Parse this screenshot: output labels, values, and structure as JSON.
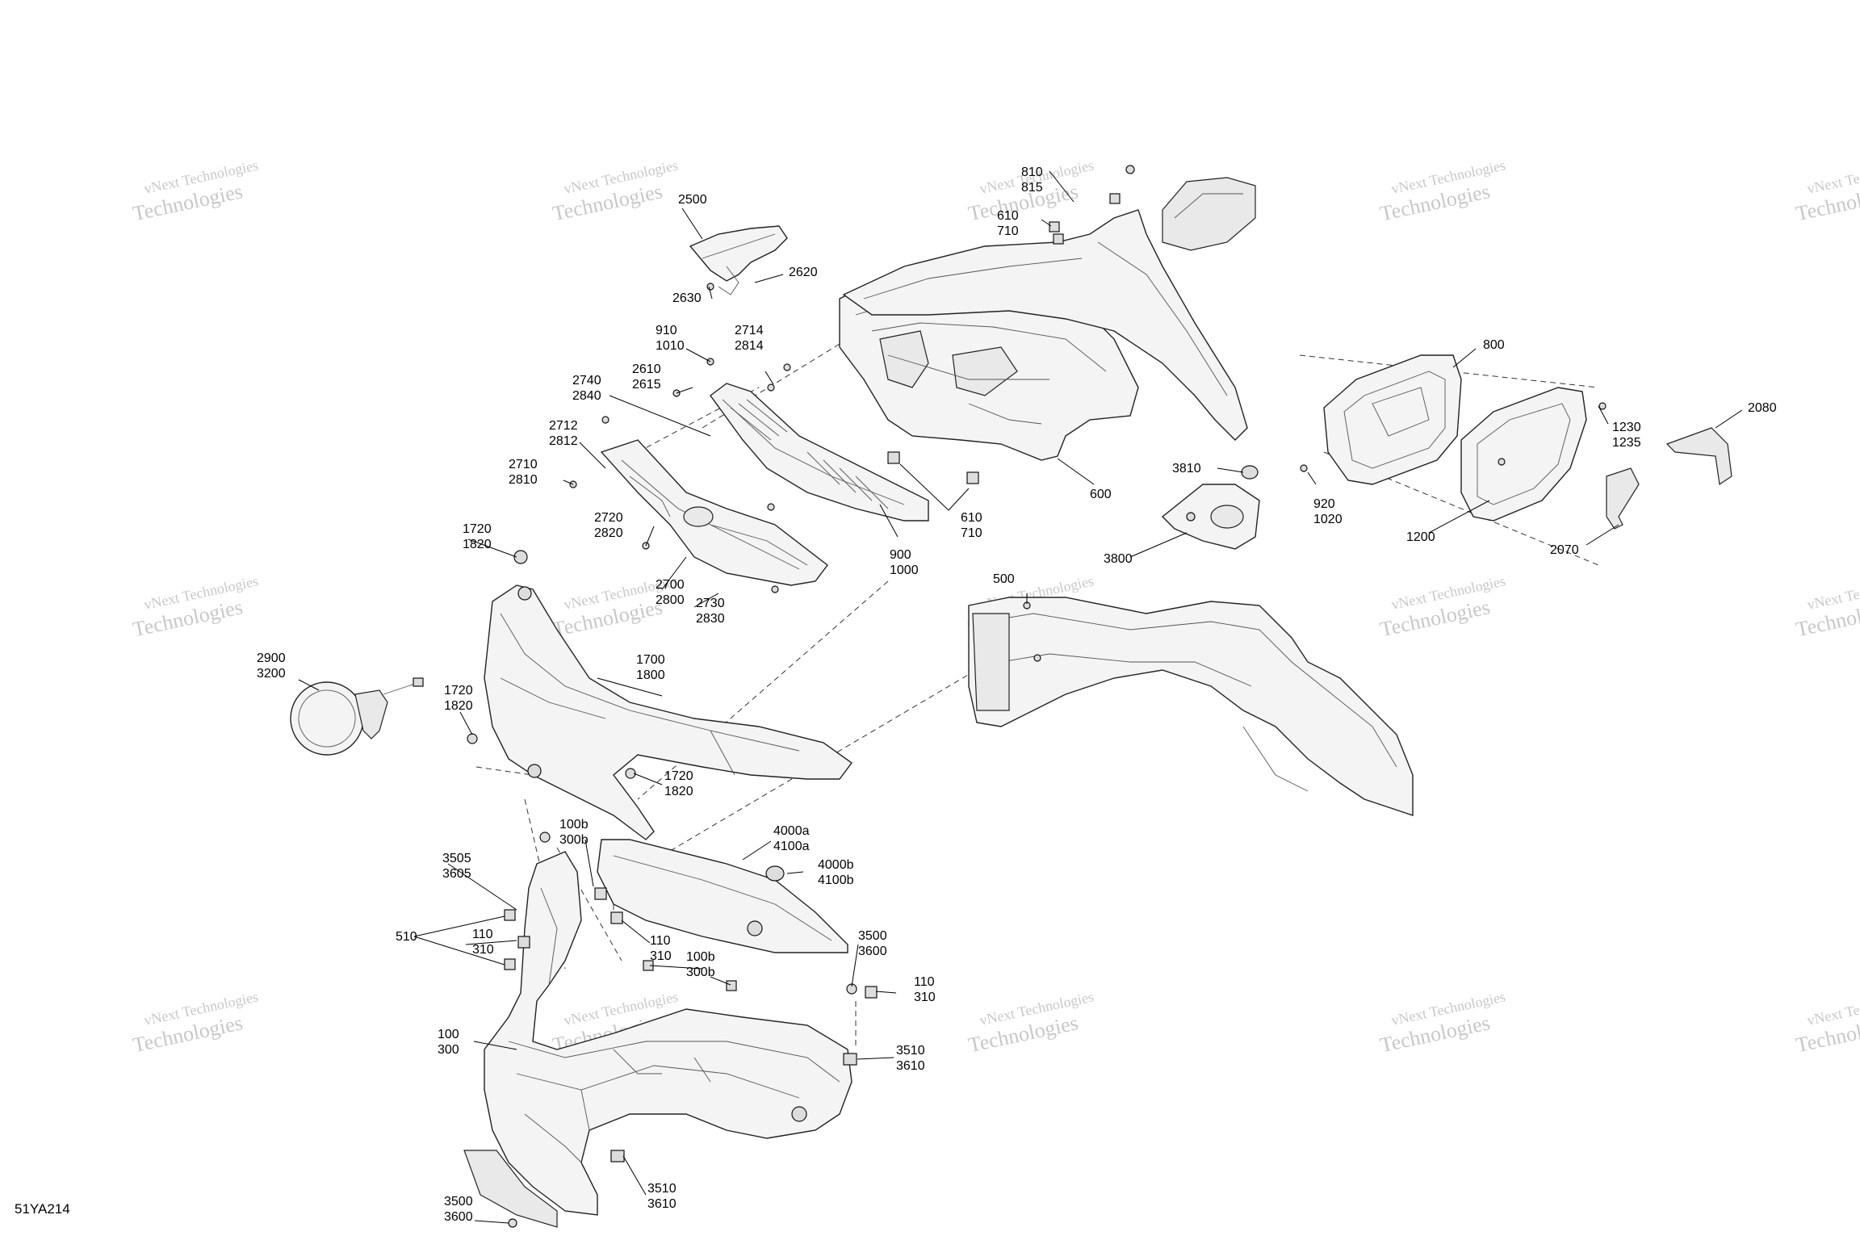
{
  "diagram_ref": "51YA214",
  "watermark": {
    "line1": "vNext Technologies",
    "line2": "Technologies"
  },
  "callouts": [
    {
      "id": "c2500",
      "lines": [
        "2500"
      ]
    },
    {
      "id": "c2620",
      "lines": [
        "2620"
      ]
    },
    {
      "id": "c2630",
      "lines": [
        "2630"
      ]
    },
    {
      "id": "c910",
      "lines": [
        "910",
        "1010"
      ]
    },
    {
      "id": "c2714",
      "lines": [
        "2714",
        "2814"
      ]
    },
    {
      "id": "c2740",
      "lines": [
        "2740",
        "2840"
      ]
    },
    {
      "id": "c2610",
      "lines": [
        "2610",
        "2615"
      ]
    },
    {
      "id": "c2712",
      "lines": [
        "2712",
        "2812"
      ]
    },
    {
      "id": "c2710",
      "lines": [
        "2710",
        "2810"
      ]
    },
    {
      "id": "c2720",
      "lines": [
        "2720",
        "2820"
      ]
    },
    {
      "id": "c2700",
      "lines": [
        "2700",
        "2800"
      ]
    },
    {
      "id": "c2730",
      "lines": [
        "2730",
        "2830"
      ]
    },
    {
      "id": "c810",
      "lines": [
        "810",
        "815"
      ]
    },
    {
      "id": "c610a",
      "lines": [
        "610",
        "710"
      ]
    },
    {
      "id": "c610b",
      "lines": [
        "610",
        "710"
      ]
    },
    {
      "id": "c900",
      "lines": [
        "900",
        "1000"
      ]
    },
    {
      "id": "c600",
      "lines": [
        "600"
      ]
    },
    {
      "id": "c800",
      "lines": [
        "800"
      ]
    },
    {
      "id": "c1230",
      "lines": [
        "1230",
        "1235"
      ]
    },
    {
      "id": "c2080",
      "lines": [
        "2080"
      ]
    },
    {
      "id": "c920",
      "lines": [
        "920",
        "1020"
      ]
    },
    {
      "id": "c1200",
      "lines": [
        "1200"
      ]
    },
    {
      "id": "c2070",
      "lines": [
        "2070"
      ]
    },
    {
      "id": "c3810",
      "lines": [
        "3810"
      ]
    },
    {
      "id": "c3800",
      "lines": [
        "3800"
      ]
    },
    {
      "id": "c1720a",
      "lines": [
        "1720",
        "1820"
      ]
    },
    {
      "id": "c2900",
      "lines": [
        "2900",
        "3200"
      ]
    },
    {
      "id": "c1720b",
      "lines": [
        "1720",
        "1820"
      ]
    },
    {
      "id": "c1700",
      "lines": [
        "1700",
        "1800"
      ]
    },
    {
      "id": "c1720c",
      "lines": [
        "1720",
        "1820"
      ]
    },
    {
      "id": "c500",
      "lines": [
        "500"
      ]
    },
    {
      "id": "c100b_a",
      "lines": [
        "100b",
        "300b"
      ]
    },
    {
      "id": "c4000a",
      "lines": [
        "4000a",
        "4100a"
      ]
    },
    {
      "id": "c4000b",
      "lines": [
        "4000b",
        "4100b"
      ]
    },
    {
      "id": "c3505",
      "lines": [
        "3505",
        "3605"
      ]
    },
    {
      "id": "c510",
      "lines": [
        "510"
      ]
    },
    {
      "id": "c110a",
      "lines": [
        "110",
        "310"
      ]
    },
    {
      "id": "c110b",
      "lines": [
        "110",
        "310"
      ]
    },
    {
      "id": "c100b_b",
      "lines": [
        "100b",
        "300b"
      ]
    },
    {
      "id": "c3500a",
      "lines": [
        "3500",
        "3600"
      ]
    },
    {
      "id": "c110c",
      "lines": [
        "110",
        "310"
      ]
    },
    {
      "id": "c100",
      "lines": [
        "100",
        "300"
      ]
    },
    {
      "id": "c3510a",
      "lines": [
        "3510",
        "3610"
      ]
    },
    {
      "id": "c3510b",
      "lines": [
        "3510",
        "3610"
      ]
    },
    {
      "id": "c3500b",
      "lines": [
        "3500",
        "3600"
      ]
    }
  ]
}
